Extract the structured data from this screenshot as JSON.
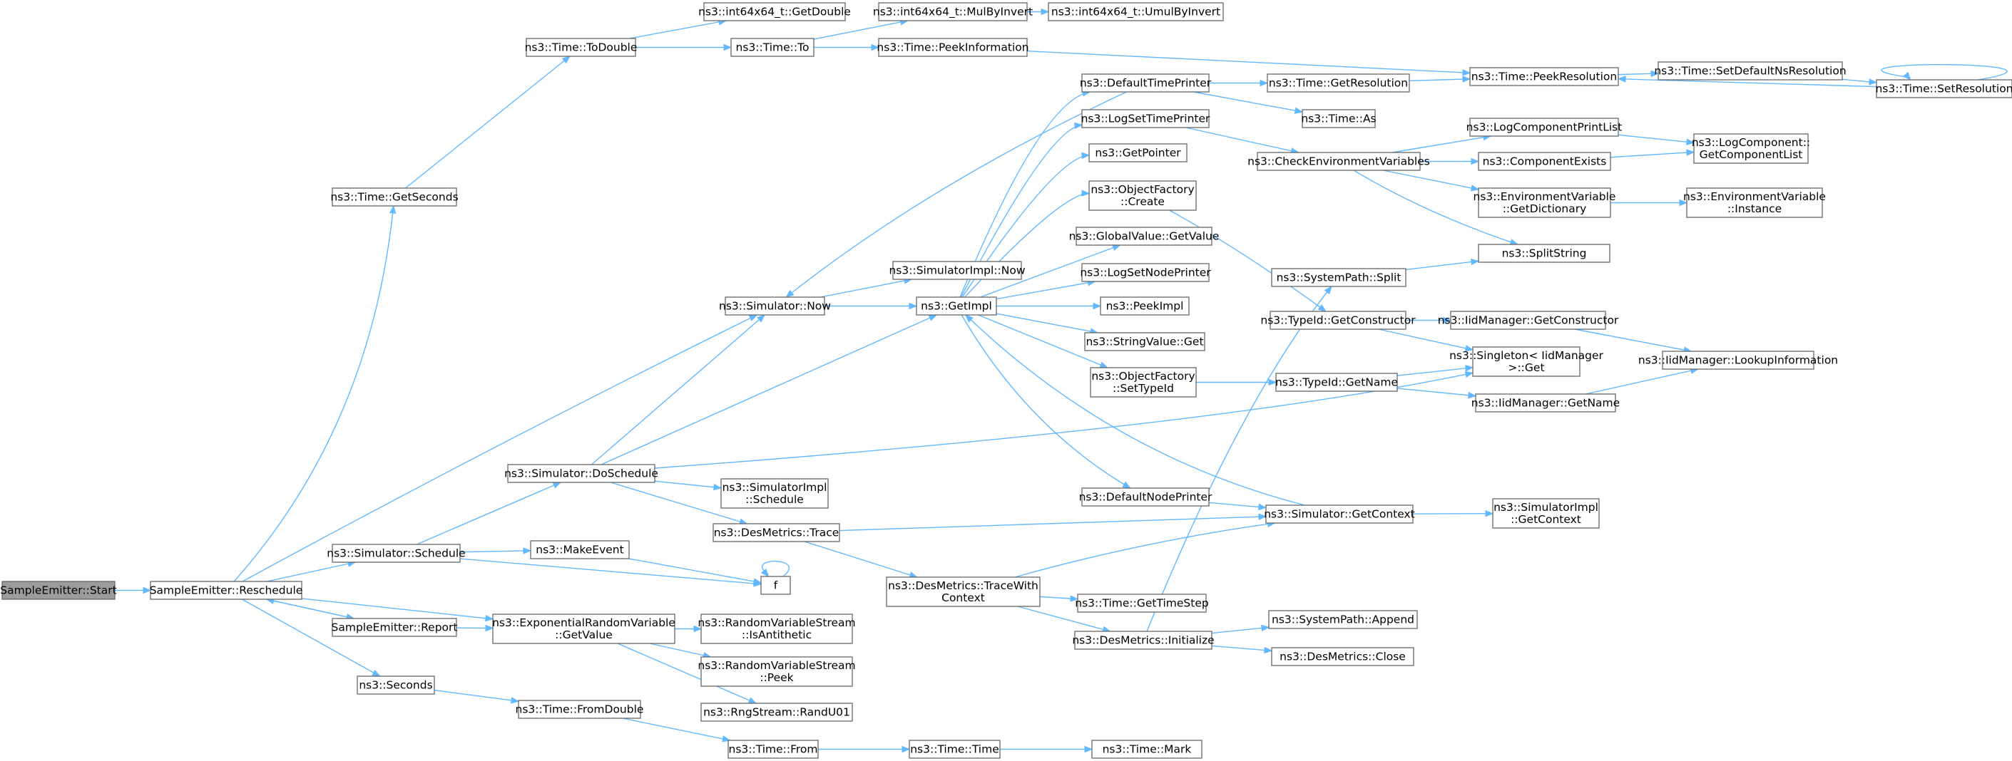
{
  "nodes": [
    {
      "id": "start",
      "lines": [
        "SampleEmitter::Start"
      ],
      "root": true
    },
    {
      "id": "resched",
      "lines": [
        "SampleEmitter::Reschedule"
      ]
    },
    {
      "id": "getsec",
      "lines": [
        "ns3::Time::GetSeconds"
      ]
    },
    {
      "id": "todouble",
      "lines": [
        "ns3::Time::ToDouble"
      ]
    },
    {
      "id": "getdouble",
      "lines": [
        "ns3::int64x64_t::GetDouble"
      ]
    },
    {
      "id": "timeto",
      "lines": [
        "ns3::Time::To"
      ]
    },
    {
      "id": "mulbyinv",
      "lines": [
        "ns3::int64x64_t::MulByInvert"
      ]
    },
    {
      "id": "umulbyinv",
      "lines": [
        "ns3::int64x64_t::UmulByInvert"
      ]
    },
    {
      "id": "peekinfo",
      "lines": [
        "ns3::Time::PeekInformation"
      ]
    },
    {
      "id": "peekres",
      "lines": [
        "ns3::Time::PeekResolution"
      ]
    },
    {
      "id": "setdefres",
      "lines": [
        "ns3::Time::SetDefaultNsResolution"
      ]
    },
    {
      "id": "setres",
      "lines": [
        "ns3::Time::SetResolution"
      ]
    },
    {
      "id": "deftp",
      "lines": [
        "ns3::DefaultTimePrinter"
      ]
    },
    {
      "id": "getres",
      "lines": [
        "ns3::Time::GetResolution"
      ]
    },
    {
      "id": "timeas",
      "lines": [
        "ns3::Time::As"
      ]
    },
    {
      "id": "logstp",
      "lines": [
        "ns3::LogSetTimePrinter"
      ]
    },
    {
      "id": "checkenv",
      "lines": [
        "ns3::CheckEnvironmentVariables"
      ]
    },
    {
      "id": "logcpl",
      "lines": [
        "ns3::LogComponentPrintList"
      ]
    },
    {
      "id": "logcgcl",
      "lines": [
        "ns3::LogComponent::",
        "GetComponentList"
      ]
    },
    {
      "id": "compex",
      "lines": [
        "ns3::ComponentExists"
      ]
    },
    {
      "id": "envgetdict",
      "lines": [
        "ns3::EnvironmentVariable",
        "::GetDictionary"
      ]
    },
    {
      "id": "envinst",
      "lines": [
        "ns3::EnvironmentVariable",
        "::Instance"
      ]
    },
    {
      "id": "getptr",
      "lines": [
        "ns3::GetPointer"
      ]
    },
    {
      "id": "ofcreate",
      "lines": [
        "ns3::ObjectFactory",
        "::Create"
      ]
    },
    {
      "id": "gvget",
      "lines": [
        "ns3::GlobalValue::GetValue"
      ]
    },
    {
      "id": "logsnp",
      "lines": [
        "ns3::LogSetNodePrinter"
      ]
    },
    {
      "id": "simnow",
      "lines": [
        "ns3::Simulator::Now"
      ]
    },
    {
      "id": "simimplnow",
      "lines": [
        "ns3::SimulatorImpl::Now"
      ]
    },
    {
      "id": "getimpl",
      "lines": [
        "ns3::GetImpl"
      ]
    },
    {
      "id": "peekimpl",
      "lines": [
        "ns3::PeekImpl"
      ]
    },
    {
      "id": "strvget",
      "lines": [
        "ns3::StringValue::Get"
      ]
    },
    {
      "id": "ofsettid",
      "lines": [
        "ns3::ObjectFactory",
        "::SetTypeId"
      ]
    },
    {
      "id": "splitstr",
      "lines": [
        "ns3::SplitString"
      ]
    },
    {
      "id": "spsplit",
      "lines": [
        "ns3::SystemPath::Split"
      ]
    },
    {
      "id": "tidgetctor",
      "lines": [
        "ns3::TypeId::GetConstructor"
      ]
    },
    {
      "id": "iidgetctor",
      "lines": [
        "ns3::IidManager::GetConstructor"
      ]
    },
    {
      "id": "singleton",
      "lines": [
        "ns3::Singleton< IidManager",
        ">::Get"
      ]
    },
    {
      "id": "iidlookup",
      "lines": [
        "ns3::IidManager::LookupInformation"
      ]
    },
    {
      "id": "tidgetname",
      "lines": [
        "ns3::TypeId::GetName"
      ]
    },
    {
      "id": "iidgetname",
      "lines": [
        "ns3::IidManager::GetName"
      ]
    },
    {
      "id": "simdosched",
      "lines": [
        "ns3::Simulator::DoSchedule"
      ]
    },
    {
      "id": "simimplsched",
      "lines": [
        "ns3::SimulatorImpl",
        "::Schedule"
      ]
    },
    {
      "id": "defnp",
      "lines": [
        "ns3::DefaultNodePrinter"
      ]
    },
    {
      "id": "simgetctx",
      "lines": [
        "ns3::Simulator::GetContext"
      ]
    },
    {
      "id": "simimplctx",
      "lines": [
        "ns3::SimulatorImpl",
        "::GetContext"
      ]
    },
    {
      "id": "desmtrace",
      "lines": [
        "ns3::DesMetrics::Trace"
      ]
    },
    {
      "id": "simsched",
      "lines": [
        "ns3::Simulator::Schedule"
      ]
    },
    {
      "id": "makeevent",
      "lines": [
        "ns3::MakeEvent"
      ]
    },
    {
      "id": "f",
      "lines": [
        "f"
      ]
    },
    {
      "id": "desmtracectx",
      "lines": [
        "ns3::DesMetrics::TraceWith",
        "Context"
      ]
    },
    {
      "id": "timegetstep",
      "lines": [
        "ns3::Time::GetTimeStep"
      ]
    },
    {
      "id": "report",
      "lines": [
        "SampleEmitter::Report"
      ]
    },
    {
      "id": "exprvget",
      "lines": [
        "ns3::ExponentialRandomVariable",
        "::GetValue"
      ]
    },
    {
      "id": "rvsanti",
      "lines": [
        "ns3::RandomVariableStream",
        "::IsAntithetic"
      ]
    },
    {
      "id": "rvspeek",
      "lines": [
        "ns3::RandomVariableStream",
        "::Peek"
      ]
    },
    {
      "id": "randu01",
      "lines": [
        "ns3::RngStream::RandU01"
      ]
    },
    {
      "id": "desminit",
      "lines": [
        "ns3::DesMetrics::Initialize"
      ]
    },
    {
      "id": "spappend",
      "lines": [
        "ns3::SystemPath::Append"
      ]
    },
    {
      "id": "desmclose",
      "lines": [
        "ns3::DesMetrics::Close"
      ]
    },
    {
      "id": "seconds",
      "lines": [
        "ns3::Seconds"
      ]
    },
    {
      "id": "fromdouble",
      "lines": [
        "ns3::Time::FromDouble"
      ]
    },
    {
      "id": "timefrom",
      "lines": [
        "ns3::Time::From"
      ]
    },
    {
      "id": "timetime",
      "lines": [
        "ns3::Time::Time"
      ]
    },
    {
      "id": "timemark",
      "lines": [
        "ns3::Time::Mark"
      ]
    }
  ],
  "edges": [
    [
      "start",
      "resched"
    ],
    [
      "resched",
      "getsec"
    ],
    [
      "resched",
      "simnow"
    ],
    [
      "resched",
      "simsched"
    ],
    [
      "resched",
      "report"
    ],
    [
      "resched",
      "exprvget"
    ],
    [
      "resched",
      "seconds"
    ],
    [
      "getsec",
      "todouble"
    ],
    [
      "todouble",
      "getdouble"
    ],
    [
      "todouble",
      "timeto"
    ],
    [
      "timeto",
      "mulbyinv"
    ],
    [
      "timeto",
      "peekinfo"
    ],
    [
      "mulbyinv",
      "umulbyinv"
    ],
    [
      "peekinfo",
      "peekres"
    ],
    [
      "peekres",
      "setdefres"
    ],
    [
      "setdefres",
      "setres"
    ],
    [
      "setres",
      "peekres"
    ],
    [
      "setres",
      "setres"
    ],
    [
      "simnow",
      "simimplnow"
    ],
    [
      "simnow",
      "getimpl"
    ],
    [
      "getimpl",
      "deftp"
    ],
    [
      "getimpl",
      "logstp"
    ],
    [
      "getimpl",
      "getptr"
    ],
    [
      "getimpl",
      "ofcreate"
    ],
    [
      "getimpl",
      "gvget"
    ],
    [
      "getimpl",
      "logsnp"
    ],
    [
      "getimpl",
      "peekimpl"
    ],
    [
      "getimpl",
      "strvget"
    ],
    [
      "getimpl",
      "ofsettid"
    ],
    [
      "getimpl",
      "defnp"
    ],
    [
      "deftp",
      "simnow"
    ],
    [
      "deftp",
      "getres"
    ],
    [
      "deftp",
      "timeas"
    ],
    [
      "getres",
      "peekres"
    ],
    [
      "logstp",
      "checkenv"
    ],
    [
      "checkenv",
      "logcpl"
    ],
    [
      "checkenv",
      "compex"
    ],
    [
      "checkenv",
      "envgetdict"
    ],
    [
      "checkenv",
      "splitstr"
    ],
    [
      "logcpl",
      "logcgcl"
    ],
    [
      "compex",
      "logcgcl"
    ],
    [
      "envgetdict",
      "envinst"
    ],
    [
      "ofcreate",
      "tidgetctor"
    ],
    [
      "ofsettid",
      "tidgetname"
    ],
    [
      "spsplit",
      "splitstr"
    ],
    [
      "tidgetctor",
      "iidgetctor"
    ],
    [
      "tidgetctor",
      "singleton"
    ],
    [
      "iidgetctor",
      "iidlookup"
    ],
    [
      "tidgetname",
      "singleton"
    ],
    [
      "tidgetname",
      "iidgetname"
    ],
    [
      "iidgetname",
      "iidlookup"
    ],
    [
      "defnp",
      "simgetctx"
    ],
    [
      "simgetctx",
      "getimpl"
    ],
    [
      "simgetctx",
      "simimplctx"
    ],
    [
      "simdosched",
      "simnow"
    ],
    [
      "simdosched",
      "getimpl"
    ],
    [
      "simdosched",
      "singleton"
    ],
    [
      "simdosched",
      "simimplsched"
    ],
    [
      "simdosched",
      "desmtrace"
    ],
    [
      "desmtrace",
      "simgetctx"
    ],
    [
      "desmtrace",
      "desmtracectx"
    ],
    [
      "desmtracectx",
      "simgetctx"
    ],
    [
      "desmtracectx",
      "timegetstep"
    ],
    [
      "desmtracectx",
      "desminit"
    ],
    [
      "desminit",
      "spsplit"
    ],
    [
      "desminit",
      "spappend"
    ],
    [
      "desminit",
      "desmclose"
    ],
    [
      "simsched",
      "simdosched"
    ],
    [
      "simsched",
      "makeevent"
    ],
    [
      "simsched",
      "f"
    ],
    [
      "makeevent",
      "f"
    ],
    [
      "f",
      "f"
    ],
    [
      "report",
      "resched"
    ],
    [
      "report",
      "exprvget"
    ],
    [
      "exprvget",
      "rvsanti"
    ],
    [
      "exprvget",
      "rvspeek"
    ],
    [
      "exprvget",
      "randu01"
    ],
    [
      "seconds",
      "fromdouble"
    ],
    [
      "fromdouble",
      "timefrom"
    ],
    [
      "timefrom",
      "timetime"
    ],
    [
      "timetime",
      "timemark"
    ]
  ]
}
